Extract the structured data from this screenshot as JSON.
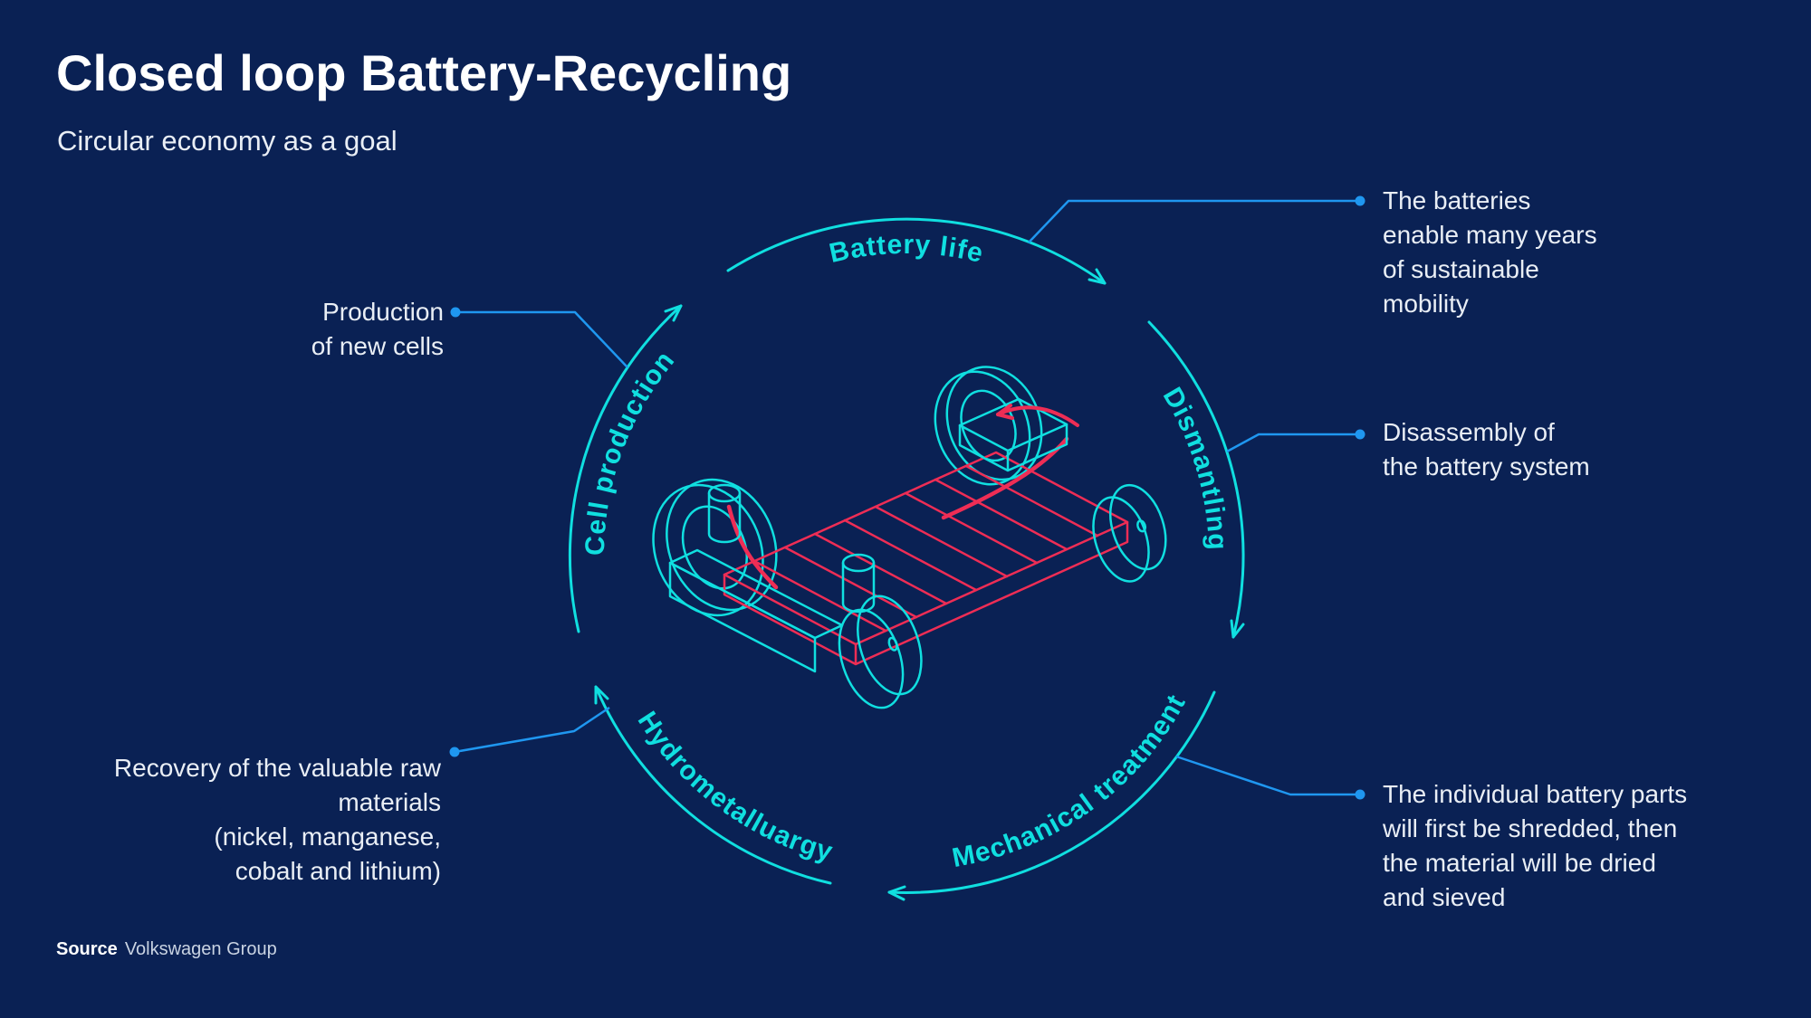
{
  "header": {
    "title": "Closed loop Battery-Recycling",
    "subtitle": "Circular economy as a goal"
  },
  "cycle": {
    "direction": "clockwise",
    "phases": [
      {
        "id": "battery-life",
        "label": "Battery life"
      },
      {
        "id": "dismantling",
        "label": "Dismantling"
      },
      {
        "id": "mechanical-treatment",
        "label": "Mechanical treatment"
      },
      {
        "id": "hydrometalluargy",
        "label": "Hydrometalluargy"
      },
      {
        "id": "cell-production",
        "label": "Cell production"
      }
    ]
  },
  "callouts": [
    {
      "id": "battery-life-note",
      "lines": [
        "The batteries",
        "enable many years",
        "of sustainable",
        "mobility"
      ]
    },
    {
      "id": "dismantling-note",
      "lines": [
        "Disassembly of",
        "the battery system"
      ]
    },
    {
      "id": "mechanical-note",
      "lines": [
        "The individual battery parts",
        "will first be shredded, then",
        "the material will be dried",
        "and sieved"
      ]
    },
    {
      "id": "cell-production-note",
      "lines": [
        "Production",
        "of new cells"
      ]
    },
    {
      "id": "hydrometalluargy-note",
      "lines": [
        "Recovery of the valuable raw",
        "materials",
        "(nickel, manganese,",
        "cobalt and lithium)"
      ]
    }
  ],
  "source": {
    "label": "Source",
    "value": "Volkswagen Group"
  },
  "colors": {
    "background": "#0a2154",
    "cycle_cyan": "#10dfe0",
    "callout_blue": "#1f97f0",
    "battery_red": "#ee2d55",
    "text_white": "#e9eef5"
  }
}
